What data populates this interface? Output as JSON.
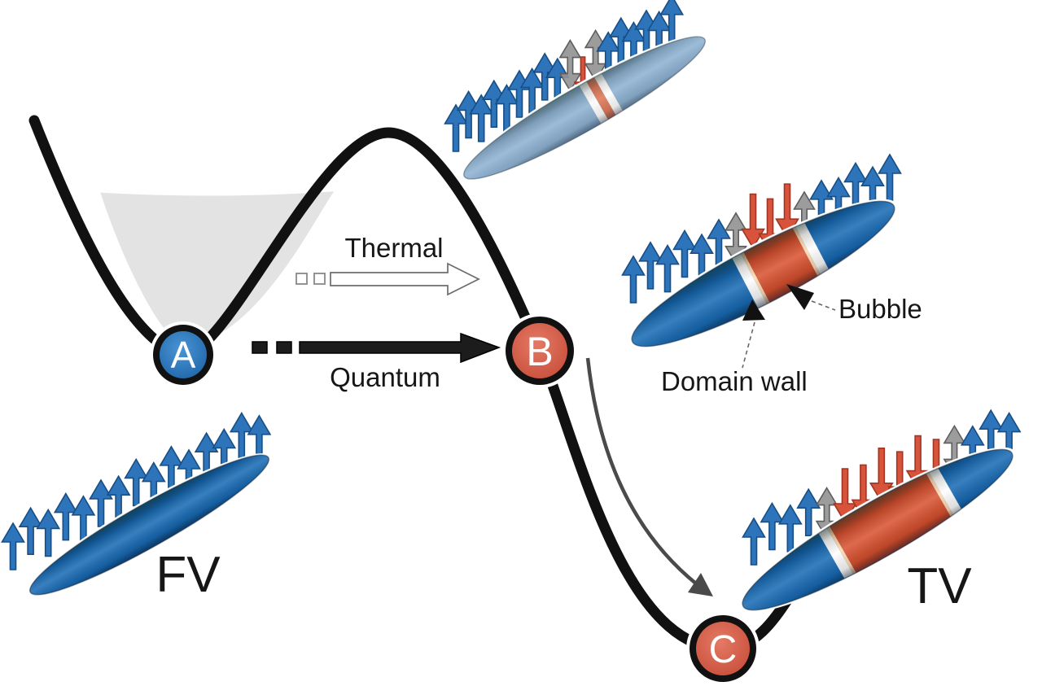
{
  "labels": {
    "thermal": "Thermal",
    "quantum": "Quantum",
    "bubble": "Bubble",
    "domain_wall": "Domain wall",
    "false_vacuum": "FV",
    "true_vacuum": "TV"
  },
  "nodes": [
    {
      "id": "A",
      "label": "A",
      "role": "false-vacuum-minimum",
      "color": "#2f7dc1"
    },
    {
      "id": "B",
      "label": "B",
      "role": "post-tunneling-point",
      "color": "#d7604c"
    },
    {
      "id": "C",
      "label": "C",
      "role": "true-vacuum-minimum",
      "color": "#d7604c"
    }
  ],
  "transition_arrows": [
    {
      "label": "Thermal",
      "style": "hollow-outline"
    },
    {
      "label": "Quantum",
      "style": "solid-black"
    }
  ],
  "colors": {
    "spin_up_blue": "#2e74ba",
    "spin_down_red": "#d8533b",
    "spin_fluctuation_gray": "#949494",
    "curve_black": "#111111",
    "well_fill_gray": "#e3e3e3",
    "ellipsoid_blue": "#176ab4",
    "ellipsoid_light_blue": "#8fb3d3",
    "bubble_red": "#d9512f"
  },
  "spin_rows": {
    "fv": [
      "blue-up",
      "blue-up",
      "blue-up",
      "blue-up",
      "blue-up",
      "blue-up",
      "blue-up",
      "blue-up",
      "blue-up",
      "blue-up",
      "blue-up",
      "blue-up",
      "blue-up",
      "blue-up",
      "blue-up"
    ],
    "seed": [
      "blue-up",
      "blue-up",
      "blue-up",
      "blue-up",
      "blue-up",
      "blue-up",
      "blue-up",
      "blue-up",
      "blue-up",
      "gray-updown",
      "red-down-small",
      "gray-updown",
      "blue-up",
      "blue-up",
      "blue-up",
      "blue-up",
      "blue-up",
      "blue-up"
    ],
    "bubble": [
      "blue-up",
      "blue-up",
      "blue-up",
      "blue-up",
      "blue-up",
      "blue-up",
      "gray-updown",
      "red-down",
      "red-down",
      "red-down",
      "gray-updown",
      "blue-up",
      "blue-up",
      "blue-up",
      "blue-up",
      "blue-up"
    ],
    "tv": [
      "blue-up",
      "blue-up",
      "blue-up",
      "blue-up",
      "gray-updown",
      "red-down",
      "red-down",
      "red-down",
      "red-down",
      "red-down",
      "red-down",
      "gray-updown",
      "blue-up",
      "blue-up",
      "blue-up"
    ]
  }
}
